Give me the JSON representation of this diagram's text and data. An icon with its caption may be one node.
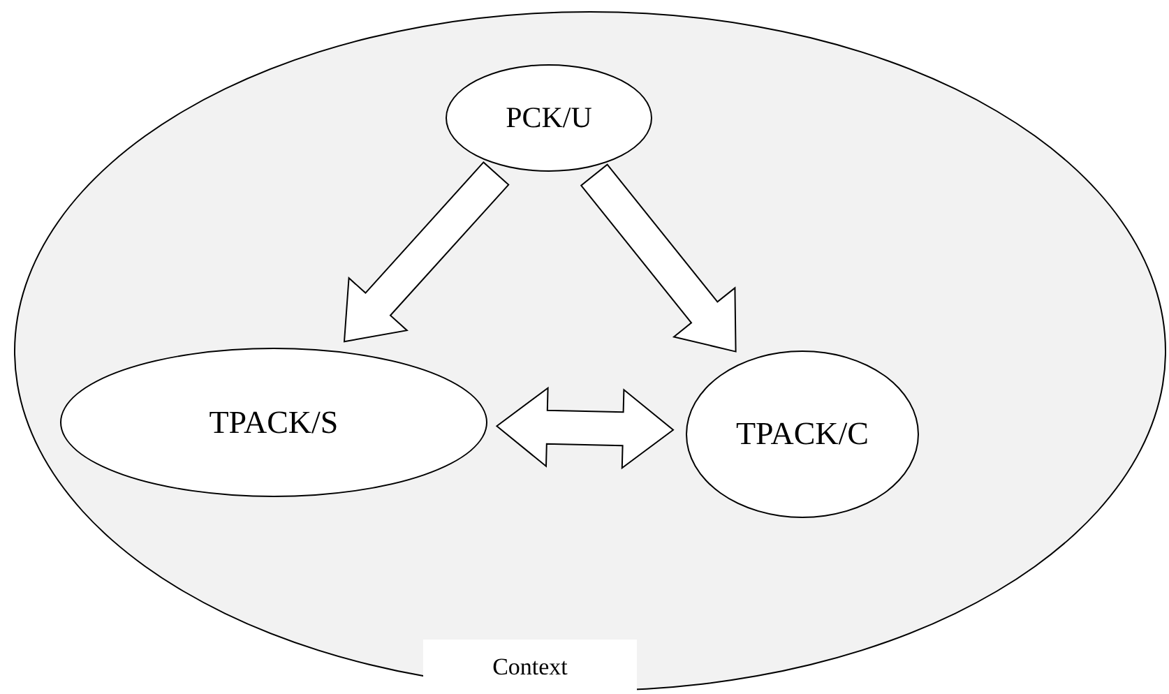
{
  "diagram": {
    "nodes": [
      {
        "text": [
          "Context"
        ]
      },
      {
        "text": [
          "PCK/U"
        ],
        "in": 0
      },
      {
        "text": [
          "TPACK/S"
        ],
        "in": 0
      },
      {
        "text": [
          "TPACK/C"
        ],
        "in": 0
      }
    ],
    "edges": [
      {
        "from": 1,
        "to": 2,
        "arrow": "to"
      },
      {
        "from": 1,
        "to": 3,
        "arrow": "to"
      },
      {
        "from": 2,
        "to": 3,
        "arrow": "both"
      }
    ]
  }
}
